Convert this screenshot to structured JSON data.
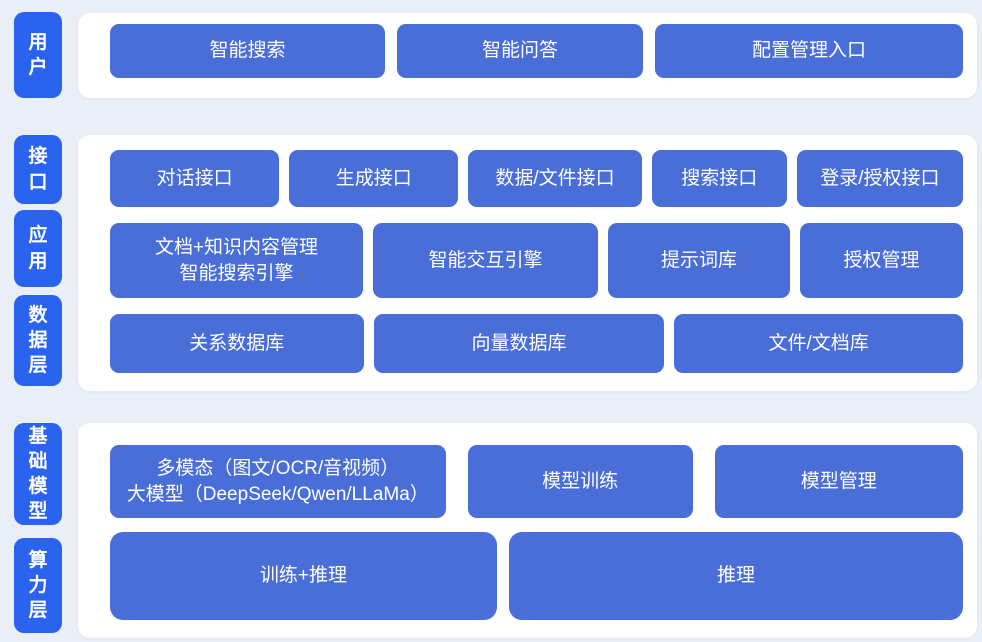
{
  "colors": {
    "background": "#e9eef7",
    "layer_label_blue": "#2a64ee",
    "node_blue": "#4a6ed8",
    "card_background": "#ffffff",
    "node_text": "#ffffff"
  },
  "bands": [
    {
      "labels": [
        "用户"
      ],
      "rows": [
        [
          "智能搜索",
          "智能问答",
          "配置管理入口"
        ]
      ]
    },
    {
      "labels": [
        "接口",
        "应用",
        "数据层"
      ],
      "rows": [
        [
          "对话接口",
          "生成接口",
          "数据/文件接口",
          "搜索接口",
          "登录/授权接口"
        ],
        [
          [
            "文档+知识内容管理",
            "智能搜索引擎"
          ],
          "智能交互引擎",
          "提示词库",
          "授权管理"
        ],
        [
          "关系数据库",
          "向量数据库",
          "文件/文档库"
        ]
      ]
    },
    {
      "labels": [
        "基础模型",
        "算力层"
      ],
      "rows": [
        [
          [
            "多模态（图文/OCR/音视频）",
            "大模型（DeepSeek/Qwen/LLaMa）"
          ],
          "模型训练",
          "模型管理"
        ],
        [
          "训练+推理",
          "推理"
        ]
      ]
    }
  ]
}
